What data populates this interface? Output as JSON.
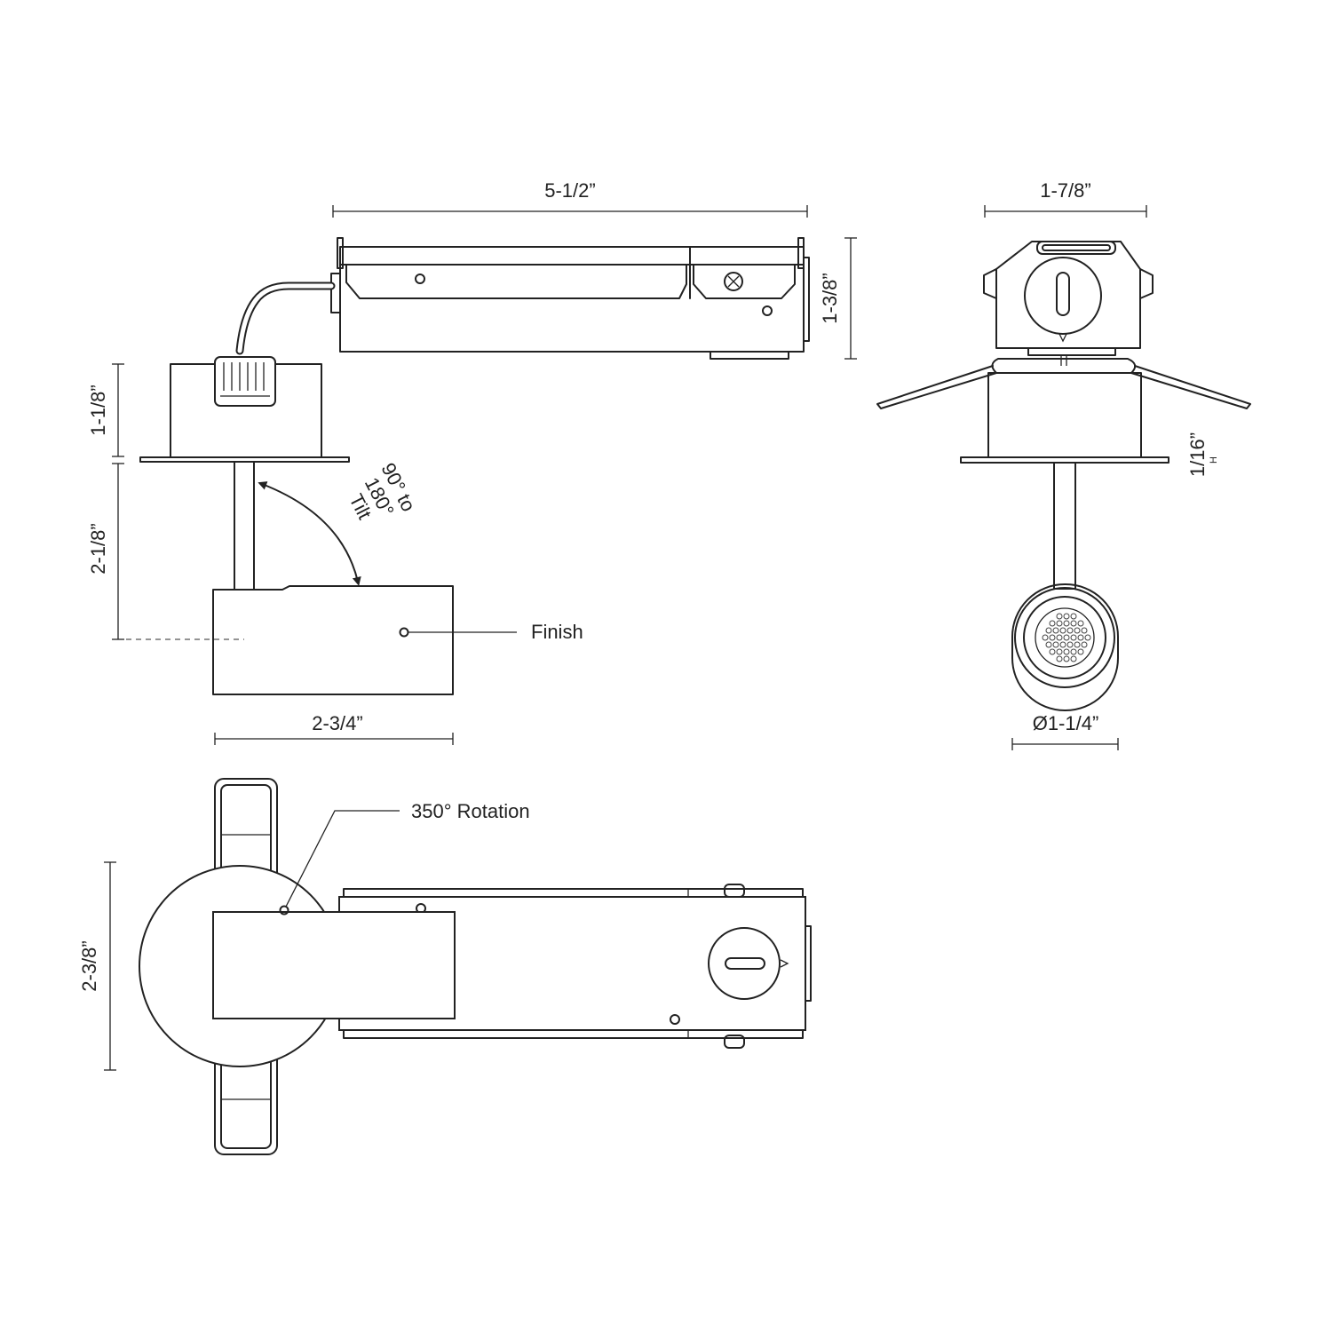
{
  "dimensions": {
    "top_length": "5-1/2”",
    "top_height": "1-3/8”",
    "housing_height": "1-1/8”",
    "drop_height": "2-1/8”",
    "head_width": "2-3/4”",
    "end_width": "1-7/8”",
    "flange_height": "1/16”",
    "flange_height_sub": "H",
    "lens_diameter": "Ø1-1/4”",
    "bottom_width": "2-3/8”"
  },
  "annotations": {
    "tilt_line1": "90° to",
    "tilt_line2": "180°",
    "tilt_line3": "Tilt",
    "finish": "Finish",
    "rotation": "350° Rotation"
  },
  "colors": {
    "line": "#222222",
    "background": "#ffffff"
  }
}
